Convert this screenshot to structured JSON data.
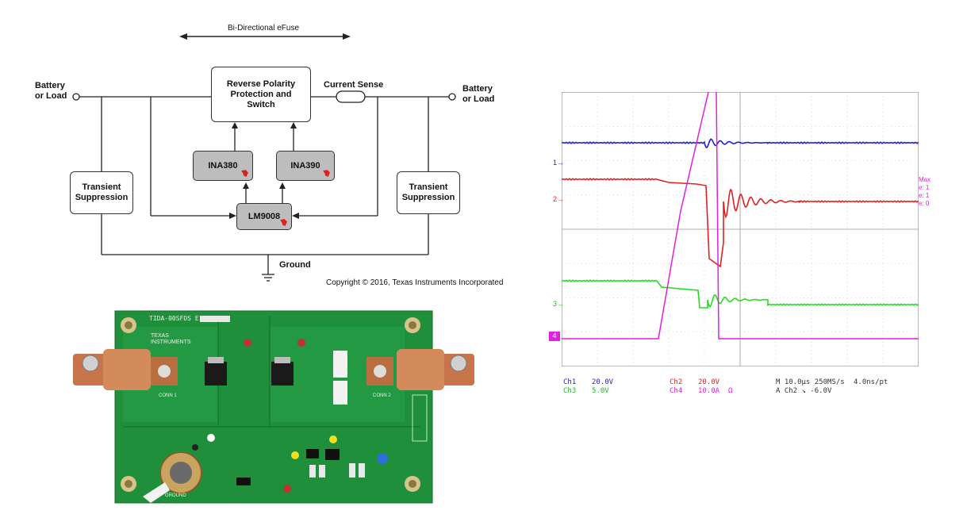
{
  "diagram": {
    "title": "Bi-Directional eFuse",
    "left_terminal": "Battery\nor Load",
    "right_terminal": "Battery\nor Load",
    "rev_box": "Reverse Polarity Protection and Switch",
    "current_sense": "Current Sense",
    "chip_left": "INA380",
    "chip_right": "INA390",
    "chip_bottom": "LM9008",
    "transient_left": "Transient Suppression",
    "transient_right": "Transient Suppression",
    "ground": "Ground",
    "copyright": "Copyright © 2016, Texas Instruments Incorporated"
  },
  "board": {
    "pcb_color": "#1f8f3c",
    "silkscreen_id": "TIDA-00SFDS E1",
    "brand": "TEXAS INSTRUMENTS",
    "conn_left_label": "CONN 1",
    "conn_right_label": "CONN 2",
    "ground_label": "GROUND"
  },
  "scope": {
    "channels": [
      {
        "id": "1",
        "color": "#1f1fd0"
      },
      {
        "id": "2",
        "color": "#e02020"
      },
      {
        "id": "3",
        "color": "#22dd22"
      },
      {
        "id": "4",
        "color": "#e020e0"
      }
    ],
    "readout_row1": {
      "ch1": "Ch1",
      "ch1_val": "20.0V",
      "ch2": "Ch2",
      "ch2_val": "20.0V",
      "timebase": "M 10.0µs 250MS/s",
      "pts": "4.0ns/pt"
    },
    "readout_row2": {
      "ch3": "Ch3",
      "ch3_val": "5.0V",
      "ch4": "Ch4",
      "ch4_val": "10.0A",
      "ohm": "Ω",
      "trig": "A Ch2 ↘ -6.0V"
    },
    "side_labels": [
      "Max",
      "e: 1",
      "e: 1",
      "e: 0"
    ]
  }
}
